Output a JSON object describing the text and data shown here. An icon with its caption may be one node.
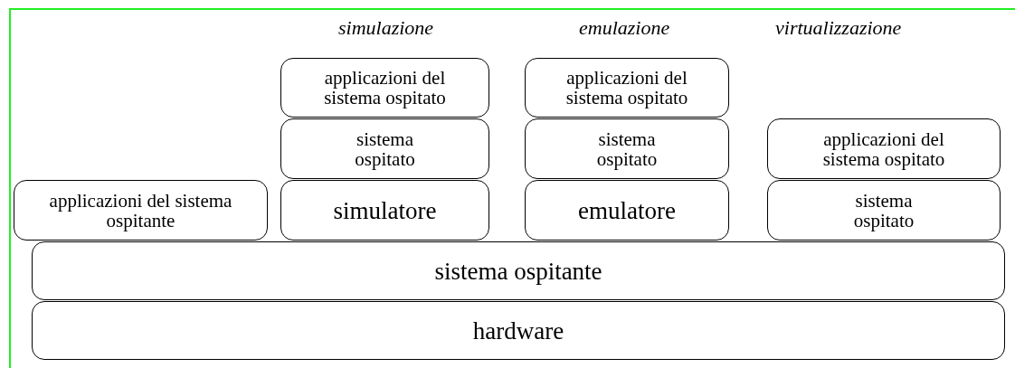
{
  "diagram": {
    "nodes": [
      {
        "text": [
          "applicazioni del sistema ospitato"
        ]
      },
      {
        "text": [
          "applicazioni del sistema ospitato"
        ]
      },
      {
        "text": [
          "sistema ospitato"
        ]
      },
      {
        "text": [
          "sistema ospitato"
        ]
      },
      {
        "text": [
          "applicazioni del sistema ospitato"
        ]
      },
      {
        "text": [
          "applicazioni del sistema ospitante"
        ]
      },
      {
        "text": [
          "simulatore"
        ]
      },
      {
        "text": [
          "emulatore"
        ]
      },
      {
        "text": [
          "sistema ospitato"
        ]
      },
      {
        "text": [
          "sistema ospitante"
        ]
      },
      {
        "text": [
          "hardware"
        ]
      }
    ],
    "edges": [],
    "labels": [
      "simulazione",
      "emulazione",
      "virtualizzazione"
    ]
  }
}
